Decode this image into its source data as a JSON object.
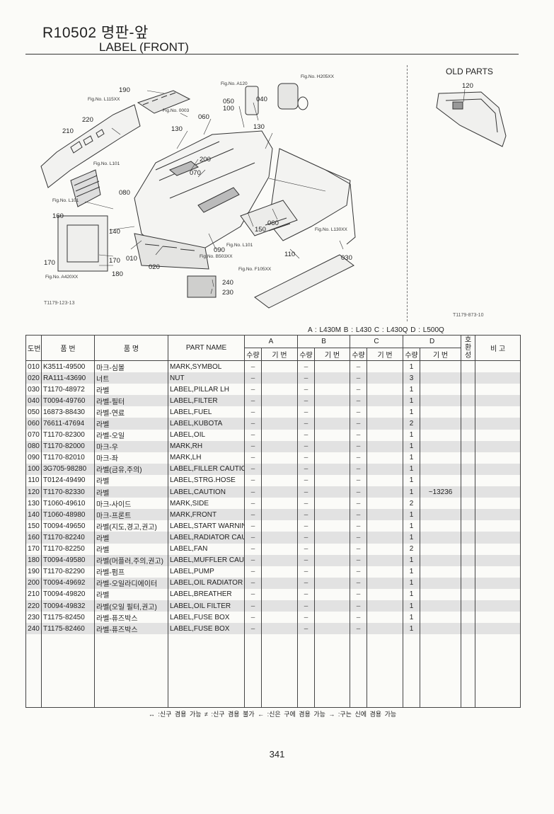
{
  "header": {
    "title": "R10502 명판-앞",
    "subtitle": "LABEL (FRONT)"
  },
  "diagram": {
    "code_left": "T1179-123-13",
    "code_right": "T1179-873-10",
    "old_parts_title": "OLD PARTS",
    "callouts": [
      {
        "t": "190"
      },
      {
        "t": "220"
      },
      {
        "t": "210"
      },
      {
        "t": "050"
      },
      {
        "t": "100"
      },
      {
        "t": "040"
      },
      {
        "t": "060"
      },
      {
        "t": "130"
      },
      {
        "t": "130"
      },
      {
        "t": "200"
      },
      {
        "t": "070"
      },
      {
        "t": "080"
      },
      {
        "t": "160"
      },
      {
        "t": "140"
      },
      {
        "t": "010"
      },
      {
        "t": "020"
      },
      {
        "t": "170"
      },
      {
        "t": "170"
      },
      {
        "t": "180"
      },
      {
        "t": "090"
      },
      {
        "t": "150"
      },
      {
        "t": "060"
      },
      {
        "t": "110"
      },
      {
        "t": "030"
      },
      {
        "t": "240"
      },
      {
        "t": "230"
      },
      {
        "t": "120"
      }
    ],
    "figrefs": [
      {
        "t": "Fig.No. L115XX"
      },
      {
        "t": "Fig.No. A120"
      },
      {
        "t": "Fig.No. H205XX"
      },
      {
        "t": "Fig.No. 0003"
      },
      {
        "t": "Fig.No. L101"
      },
      {
        "t": "Fig.No. L101"
      },
      {
        "t": "Fig.No. L130XX"
      },
      {
        "t": "Fig.No. L101"
      },
      {
        "t": "Fig.No. B503XX"
      },
      {
        "t": "Fig.No. F105XX"
      },
      {
        "t": "Fig.No. A420XX"
      }
    ]
  },
  "models_legend": "A : L430M   B : L430   C : L430Q   D : L500Q",
  "table": {
    "headers": {
      "no": "도번",
      "part_no": "품 번",
      "name_kr": "품 명",
      "name_en": "PART NAME",
      "groups": [
        "A",
        "B",
        "C",
        "D"
      ],
      "qty": "수량",
      "period": "기 번",
      "interchange": "호환성",
      "remark": "비 고"
    },
    "rows": [
      {
        "no": "010",
        "part": "K3511-49500",
        "kr": "마크-심볼",
        "en": "MARK,SYMBOL",
        "a": "–",
        "b": "–",
        "c": "–",
        "d": "1",
        "dp": "",
        "ic": "",
        "rm": ""
      },
      {
        "no": "020",
        "part": "RA111-43690",
        "kr": "너트",
        "en": "NUT",
        "a": "–",
        "b": "–",
        "c": "–",
        "d": "3",
        "dp": "",
        "ic": "",
        "rm": ""
      },
      {
        "no": "030",
        "part": "T1170-48972",
        "kr": "라벨",
        "en": "LABEL,PILLAR LH",
        "a": "–",
        "b": "–",
        "c": "–",
        "d": "1",
        "dp": "",
        "ic": "",
        "rm": ""
      },
      {
        "no": "040",
        "part": "T0094-49760",
        "kr": "라벨-필터",
        "en": "LABEL,FILTER",
        "a": "–",
        "b": "–",
        "c": "–",
        "d": "1",
        "dp": "",
        "ic": "",
        "rm": ""
      },
      {
        "no": "050",
        "part": "16873-88430",
        "kr": "라벨-연료",
        "en": "LABEL,FUEL",
        "a": "–",
        "b": "–",
        "c": "–",
        "d": "1",
        "dp": "",
        "ic": "",
        "rm": ""
      },
      {
        "no": "060",
        "part": "76611-47694",
        "kr": "라벨",
        "en": "LABEL,KUBOTA",
        "a": "–",
        "b": "–",
        "c": "–",
        "d": "2",
        "dp": "",
        "ic": "",
        "rm": ""
      },
      {
        "no": "070",
        "part": "T1170-82300",
        "kr": "라벨-오일",
        "en": "LABEL,OIL",
        "a": "–",
        "b": "–",
        "c": "–",
        "d": "1",
        "dp": "",
        "ic": "",
        "rm": ""
      },
      {
        "no": "080",
        "part": "T1170-82000",
        "kr": "마크-우",
        "en": "MARK,RH",
        "a": "–",
        "b": "–",
        "c": "–",
        "d": "1",
        "dp": "",
        "ic": "",
        "rm": ""
      },
      {
        "no": "090",
        "part": "T1170-82010",
        "kr": "마크-좌",
        "en": "MARK,LH",
        "a": "–",
        "b": "–",
        "c": "–",
        "d": "1",
        "dp": "",
        "ic": "",
        "rm": ""
      },
      {
        "no": "100",
        "part": "3G705-98280",
        "kr": "라벨(금유,주의)",
        "en": "LABEL,FILLER CAUTIO",
        "a": "–",
        "b": "–",
        "c": "–",
        "d": "1",
        "dp": "",
        "ic": "",
        "rm": ""
      },
      {
        "no": "110",
        "part": "T0124-49490",
        "kr": "라벨",
        "en": "LABEL,STRG.HOSE",
        "a": "–",
        "b": "–",
        "c": "–",
        "d": "1",
        "dp": "",
        "ic": "",
        "rm": ""
      },
      {
        "no": "120",
        "part": "T1170-82330",
        "kr": "라벨",
        "en": "LABEL,CAUTION",
        "a": "–",
        "b": "–",
        "c": "–",
        "d": "1",
        "dp": "~13236",
        "ic": "",
        "rm": ""
      },
      {
        "no": "130",
        "part": "T1060-49610",
        "kr": "마크-사이드",
        "en": "MARK,SIDE",
        "a": "–",
        "b": "–",
        "c": "–",
        "d": "2",
        "dp": "",
        "ic": "",
        "rm": ""
      },
      {
        "no": "140",
        "part": "T1060-48980",
        "kr": "마크-프론트",
        "en": "MARK,FRONT",
        "a": "–",
        "b": "–",
        "c": "–",
        "d": "1",
        "dp": "",
        "ic": "",
        "rm": ""
      },
      {
        "no": "150",
        "part": "T0094-49650",
        "kr": "라벨(지도,경고,권고)",
        "en": "LABEL,START WARNIN",
        "a": "–",
        "b": "–",
        "c": "–",
        "d": "1",
        "dp": "",
        "ic": "",
        "rm": ""
      },
      {
        "no": "160",
        "part": "T1170-82240",
        "kr": "라벨",
        "en": "LABEL,RADIATOR CAU",
        "a": "–",
        "b": "–",
        "c": "–",
        "d": "1",
        "dp": "",
        "ic": "",
        "rm": ""
      },
      {
        "no": "170",
        "part": "T1170-82250",
        "kr": "라벨",
        "en": "LABEL,FAN",
        "a": "–",
        "b": "–",
        "c": "–",
        "d": "2",
        "dp": "",
        "ic": "",
        "rm": ""
      },
      {
        "no": "180",
        "part": "T0094-49580",
        "kr": "라벨(머플러,주의,권고)",
        "en": "LABEL,MUFFLER CAUT",
        "a": "–",
        "b": "–",
        "c": "–",
        "d": "1",
        "dp": "",
        "ic": "",
        "rm": ""
      },
      {
        "no": "190",
        "part": "T1170-82290",
        "kr": "라벨-펌프",
        "en": "LABEL,PUMP",
        "a": "–",
        "b": "–",
        "c": "–",
        "d": "1",
        "dp": "",
        "ic": "",
        "rm": ""
      },
      {
        "no": "200",
        "part": "T0094-49692",
        "kr": "라벨-오일라디에이터",
        "en": "LABEL,OIL RADIATOR",
        "a": "–",
        "b": "–",
        "c": "–",
        "d": "1",
        "dp": "",
        "ic": "",
        "rm": ""
      },
      {
        "no": "210",
        "part": "T0094-49820",
        "kr": "라벨",
        "en": "LABEL,BREATHER",
        "a": "–",
        "b": "–",
        "c": "–",
        "d": "1",
        "dp": "",
        "ic": "",
        "rm": ""
      },
      {
        "no": "220",
        "part": "T0094-49832",
        "kr": "라벨(오일 필터,권고)",
        "en": "LABEL,OIL FILTER",
        "a": "–",
        "b": "–",
        "c": "–",
        "d": "1",
        "dp": "",
        "ic": "",
        "rm": ""
      },
      {
        "no": "230",
        "part": "T1175-82450",
        "kr": "라벨-퓨즈박스",
        "en": "LABEL,FUSE BOX",
        "a": "–",
        "b": "–",
        "c": "–",
        "d": "1",
        "dp": "",
        "ic": "",
        "rm": ""
      },
      {
        "no": "240",
        "part": "T1175-82460",
        "kr": "라벨-퓨즈박스",
        "en": "LABEL,FUSE BOX",
        "a": "–",
        "b": "–",
        "c": "–",
        "d": "1",
        "dp": "",
        "ic": "",
        "rm": ""
      }
    ]
  },
  "footer_legend": "↔ :신구 겸용 가능   ≠ :신구 겸용 불가   ← :신은 구에 겸용 가능   → :구는 신에 겸용 가능",
  "page_number": "341"
}
